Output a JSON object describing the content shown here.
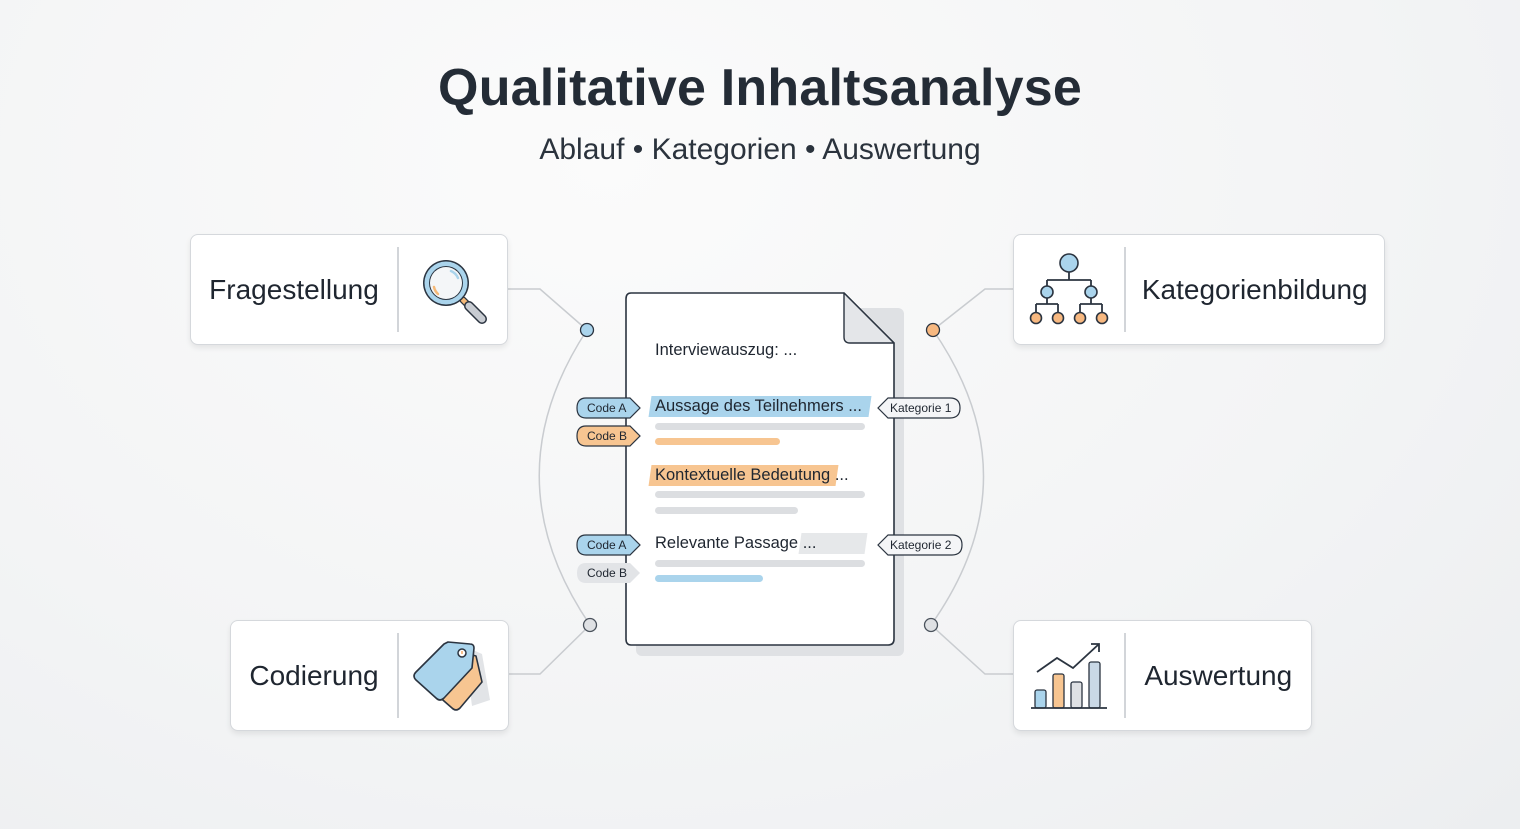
{
  "header": {
    "title": "Qualitative Inhaltsanalyse",
    "subtitle": "Ablauf • Kategorien • Auswertung"
  },
  "steps": [
    {
      "label": "Fragestellung",
      "icon": "magnifier-icon",
      "position": "top-left"
    },
    {
      "label": "Kategorienbildung",
      "icon": "hierarchy-tree-icon",
      "position": "top-right"
    },
    {
      "label": "Codierung",
      "icon": "tags-icon",
      "position": "bottom-left"
    },
    {
      "label": "Auswertung",
      "icon": "bar-chart-trend-icon",
      "position": "bottom-right"
    }
  ],
  "document": {
    "heading": "Interviewauszug: ...",
    "passages": [
      {
        "text": "Aussage des Teilnehmers ...",
        "highlight": "blue",
        "codes": [
          "Code A",
          "Code B"
        ],
        "category": "Kategorie 1"
      },
      {
        "text": "Kontextuelle Bedeutung",
        "suffix": "...",
        "highlight": "orange"
      },
      {
        "text": "Relevante Passage",
        "suffix": "...",
        "highlight": "grey",
        "codes": [
          "Code A",
          "Code B"
        ],
        "category": "Kategorie 2"
      }
    ]
  },
  "colors": {
    "blue": "#aad4ec",
    "orange": "#f7c591",
    "grey": "#dfe1e4",
    "outline": "#2b3440",
    "connector": "#c9ccd0"
  }
}
